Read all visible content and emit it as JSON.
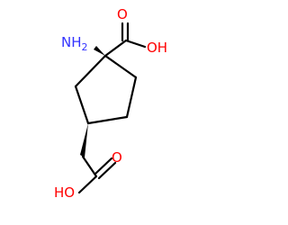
{
  "molecule": {
    "atoms": {
      "amine": {
        "main": "NH",
        "sub": "2"
      },
      "carboxyl_top_oxygen": "O",
      "carboxyl_top_hydroxyl": "OH",
      "carboxyl_bottom_oxygen": "O",
      "carboxyl_bottom_hydroxyl": "HO"
    },
    "colors": {
      "bond": "#000000",
      "nitrogen": "#3333ff",
      "oxygen": "#ff0000",
      "background": "#ffffff"
    }
  }
}
